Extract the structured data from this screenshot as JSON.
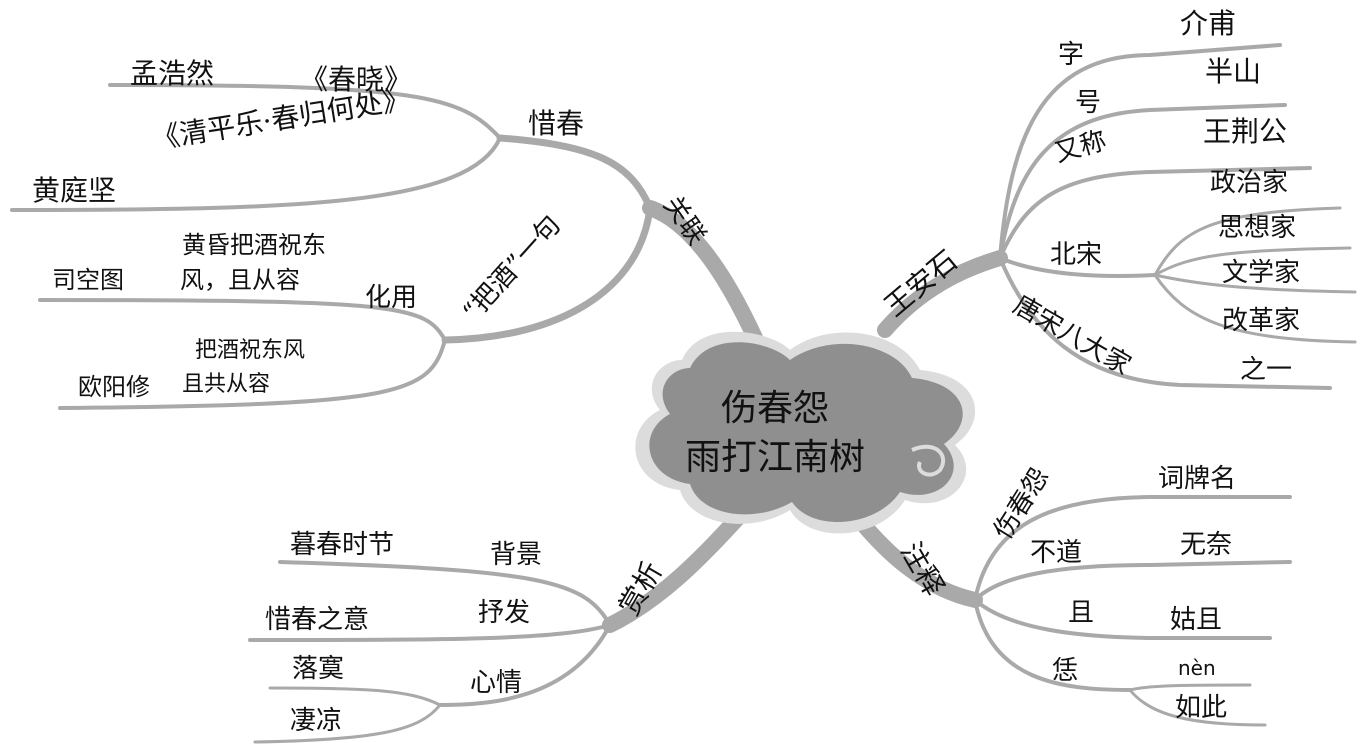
{
  "center": {
    "line1": "伤春怨",
    "line2": "雨打江南树"
  },
  "guanlian": {
    "label": "关联",
    "xichun": {
      "label": "惜春",
      "poem1": {
        "author": "孟浩然",
        "title": "《春晓》"
      },
      "poem2": {
        "author": "黄庭坚",
        "title": "《清平乐·春归何处》"
      }
    },
    "bajiu": {
      "label": "“把酒”一句",
      "huayong": "化用",
      "ref1": {
        "author": "司空图",
        "line1": "黄昏把酒祝东",
        "line2": "风，且从容"
      },
      "ref2": {
        "author": "欧阳修",
        "line1": "把酒祝东风",
        "line2": "且共从容"
      }
    }
  },
  "wanganshi": {
    "label": "王安石",
    "zi": {
      "label": "字",
      "value": "介甫"
    },
    "hao": {
      "label": "号",
      "value": "半山"
    },
    "youcheng": {
      "label": "又称",
      "value": "王荆公"
    },
    "beisong": {
      "label": "北宋",
      "roles": [
        "政治家",
        "思想家",
        "文学家",
        "改革家"
      ]
    },
    "tangsong": {
      "label": "唐宋八大家",
      "value": "之一"
    }
  },
  "zhushi": {
    "label": "注释",
    "items": [
      {
        "term": "伤春怨",
        "meaning": "词牌名"
      },
      {
        "term": "不道",
        "meaning": "无奈"
      },
      {
        "term": "且",
        "meaning": "姑且"
      },
      {
        "term": "恁",
        "pinyin": "nèn",
        "meaning": "如此"
      }
    ]
  },
  "shangxi": {
    "label": "赏析",
    "beijing": {
      "label": "背景",
      "value": "暮春时节"
    },
    "shufa": {
      "label": "抒发",
      "value": "惜春之意"
    },
    "xinqing": {
      "label": "心情",
      "values": [
        "落寞",
        "凄凉"
      ]
    }
  },
  "colors": {
    "branch": "#a9a9a9",
    "cloud": "#8f8f8f",
    "cloud_rim": "#dcdcdc",
    "text": "#111111"
  }
}
